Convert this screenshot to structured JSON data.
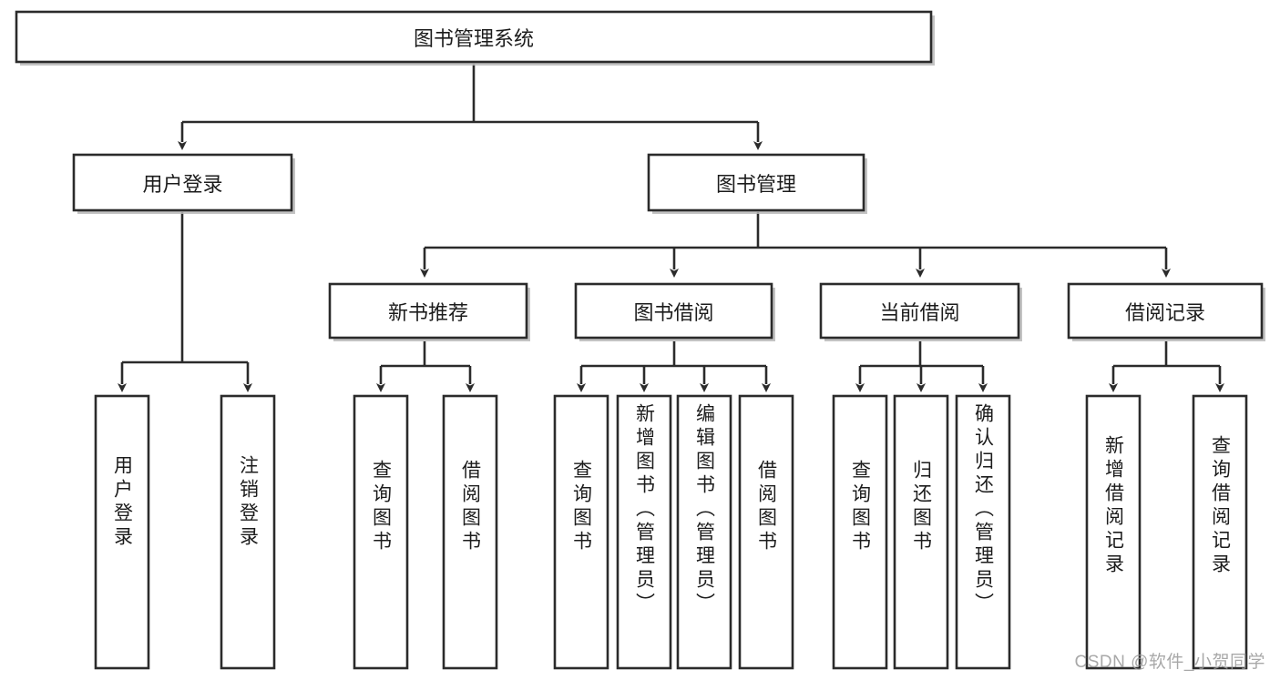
{
  "diagram": {
    "title": "图书管理系统",
    "type": "tree-hierarchy",
    "watermark": "CSDN @软件_小贺同学",
    "accent_color": "#2b2b2b",
    "background_color": "#ffffff",
    "nodes": {
      "root": {
        "label": "图书管理系统"
      },
      "level2": [
        {
          "id": "user-login",
          "label": "用户登录"
        },
        {
          "id": "book-manage",
          "label": "图书管理"
        }
      ],
      "level3": [
        {
          "id": "new-book-recommend",
          "label": "新书推荐"
        },
        {
          "id": "book-borrow",
          "label": "图书借阅"
        },
        {
          "id": "current-borrow",
          "label": "当前借阅"
        },
        {
          "id": "borrow-record",
          "label": "借阅记录"
        }
      ],
      "leaves": {
        "user-login": [
          {
            "id": "leaf-user-login",
            "label": "用户登录"
          },
          {
            "id": "leaf-user-logout",
            "label": "注销登录"
          }
        ],
        "new-book-recommend": [
          {
            "id": "leaf-query-book-1",
            "label": "查询图书"
          },
          {
            "id": "leaf-borrow-book-1",
            "label": "借阅图书"
          }
        ],
        "book-borrow": [
          {
            "id": "leaf-query-book-2",
            "label": "查询图书"
          },
          {
            "id": "leaf-add-book",
            "label": "新增图书（管理员）"
          },
          {
            "id": "leaf-edit-book",
            "label": "编辑图书（管理员）"
          },
          {
            "id": "leaf-borrow-book-2",
            "label": "借阅图书"
          }
        ],
        "current-borrow": [
          {
            "id": "leaf-query-book-3",
            "label": "查询图书"
          },
          {
            "id": "leaf-return-book",
            "label": "归还图书"
          },
          {
            "id": "leaf-confirm-return",
            "label": "确认归还（管理员）"
          }
        ],
        "borrow-record": [
          {
            "id": "leaf-add-record",
            "label": "新增借阅记录"
          },
          {
            "id": "leaf-query-record",
            "label": "查询借阅记录"
          }
        ]
      }
    }
  }
}
